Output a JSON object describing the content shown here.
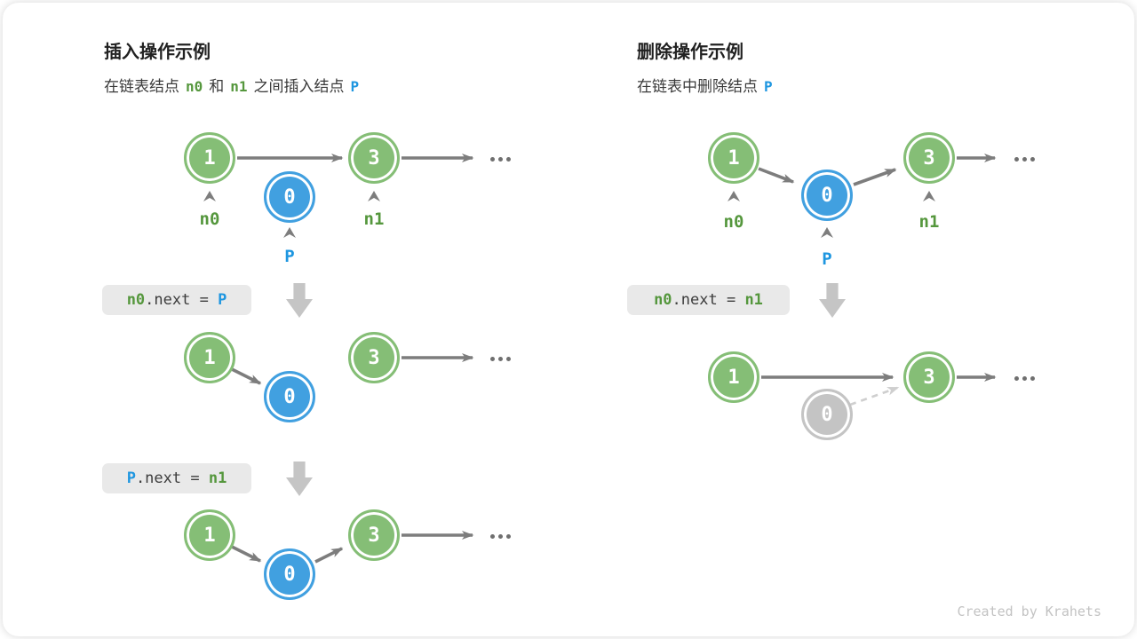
{
  "insert_panel": {
    "title": "插入操作示例",
    "subtitle": {
      "part1": "在链表结点",
      "token1": "n0",
      "part2": "和",
      "token2": "n1",
      "part3": "之间插入结点",
      "token3": "P"
    },
    "pointer_labels": {
      "n0": "n0",
      "p": "P",
      "n1": "n1"
    },
    "code_step1": {
      "target": "n0",
      "accessor": ".next = ",
      "value": "P"
    },
    "code_step2": {
      "target": "P",
      "accessor": ".next = ",
      "value": "n1"
    }
  },
  "delete_panel": {
    "title": "删除操作示例",
    "subtitle": {
      "part1": "在链表中删除结点",
      "token1": "P"
    },
    "pointer_labels": {
      "n0": "n0",
      "p": "P",
      "n1": "n1"
    },
    "code_step1": {
      "target": "n0",
      "accessor": ".next = ",
      "value": "n1"
    }
  },
  "node_values": {
    "first": "1",
    "inserted": "0",
    "third": "3"
  },
  "footer": {
    "credit": "Created by Krahets"
  },
  "colors": {
    "node_green": "#85BE76",
    "node_blue": "#41A0E0",
    "node_gray": "#C4C4C4",
    "label_green": "#55973D",
    "label_blue": "#1E96E0",
    "arrow_gray": "#7D7D7D",
    "arrow_light": "#CFCFCF",
    "code_bg": "#E9E9E9",
    "code_text": "#3C3C3C",
    "block_arrow": "#C5C5C5",
    "text_dark": "#212121",
    "text_body": "#3A3A3A",
    "dot_gray": "#6F6F6F",
    "credit_gray": "#C3C3C3"
  }
}
